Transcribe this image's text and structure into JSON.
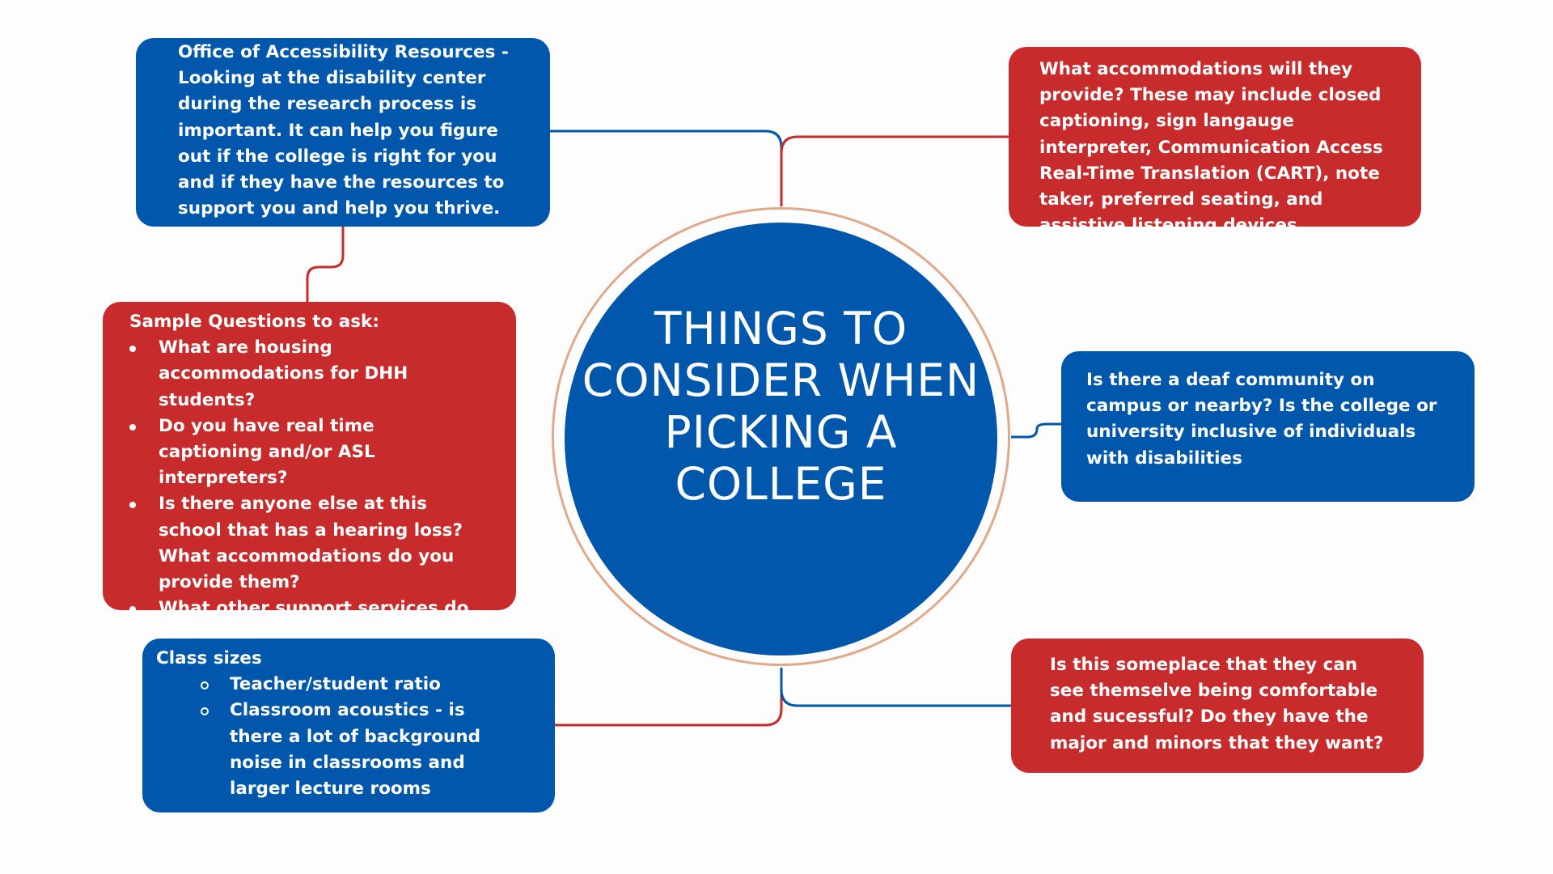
{
  "title": "THINGS TO CONSIDER WHEN PICKING A COLLEGE",
  "colors": {
    "blue": "#0157ab",
    "red": "#c82b2b",
    "ring": "#e0a98a",
    "background": "#fdfdfd"
  },
  "nodes": {
    "office": {
      "text": "Office of Accessibility Resources - Looking at the disability center during the research process is important. It can help you figure out if the college is right for you and if they have the resources to support you and help you thrive."
    },
    "accommodations": {
      "text": "What accommodations will they provide? These may include closed captioning, sign langauge interpreter, Communication Access Real-Time Translation (CART), note taker, preferred seating, and assistive listening devices"
    },
    "questions": {
      "heading": "Sample Questions to ask:",
      "items": [
        "What are housing accommodations for DHH students?",
        "Do you have real time captioning and/or ASL interpreters?",
        "Is there anyone else at this school that has a hearing loss? What accommodations do you provide them?",
        "What other support services do you offer?"
      ]
    },
    "community": {
      "text": "Is there a deaf community on campus or nearby? Is the college or university inclusive of individuals with disabilities"
    },
    "class_sizes": {
      "heading": "Class sizes",
      "items": [
        "Teacher/student ratio",
        "Classroom acoustics - is there a lot of background noise in classrooms and larger lecture rooms"
      ]
    },
    "comfort": {
      "text": "Is this someplace that they can see themselve being comfortable and sucessful? Do they have the major and minors that they want?"
    }
  }
}
